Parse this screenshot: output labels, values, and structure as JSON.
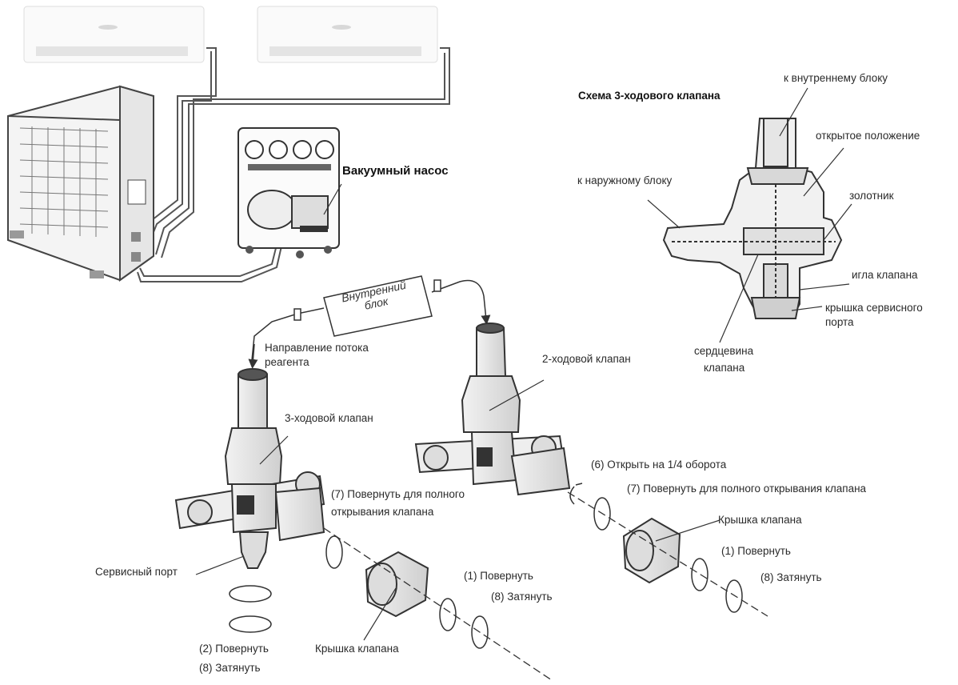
{
  "labels": {
    "vacuum_pump": "Вакуумный насос",
    "schema_title": "Схема 3-ходового клапана",
    "to_indoor_unit": "к внутреннему блоку",
    "open_position": "открытое положение",
    "to_outdoor_unit": "к наружному блоку",
    "spool": "золотник",
    "valve_needle": "игла клапана",
    "service_port_cap_line1": "крышка сервисного",
    "service_port_cap_line2": "порта",
    "valve_core_line1": "сердцевина",
    "valve_core_line2": "клапана",
    "indoor_block_line1": "Внутренний",
    "indoor_block_line2": "блок",
    "flow_direction_line1": "Направление потока",
    "flow_direction_line2": "реагента",
    "two_way_valve": "2-ходовой клапан",
    "three_way_valve": "3-ходовой клапан",
    "step6": "(6) Открыть на 1/4 оборота",
    "step7_right": "(7) Повернуть для полного открывания клапана",
    "step7_left_line1": "(7) Повернуть для полного",
    "step7_left_line2": "открывания клапана",
    "valve_cap_right": "Крышка клапана",
    "step1_right": "(1) Повернуть",
    "step8_right": "(8) Затянуть",
    "service_port": "Сервисный порт",
    "step1_left": "(1) Повернуть",
    "step8_left_cap": "(8) Затянуть",
    "step2": "(2) Повернуть",
    "step8_left_port": "(8) Затянуть",
    "valve_cap_left": "Крышка клапана"
  },
  "icons": [
    "indoor-unit-icon",
    "outdoor-unit-icon",
    "vacuum-pump-icon",
    "manifold-gauge-icon",
    "three-way-valve-icon",
    "two-way-valve-icon",
    "valve-cap-icon",
    "rotation-arrow-icon"
  ]
}
